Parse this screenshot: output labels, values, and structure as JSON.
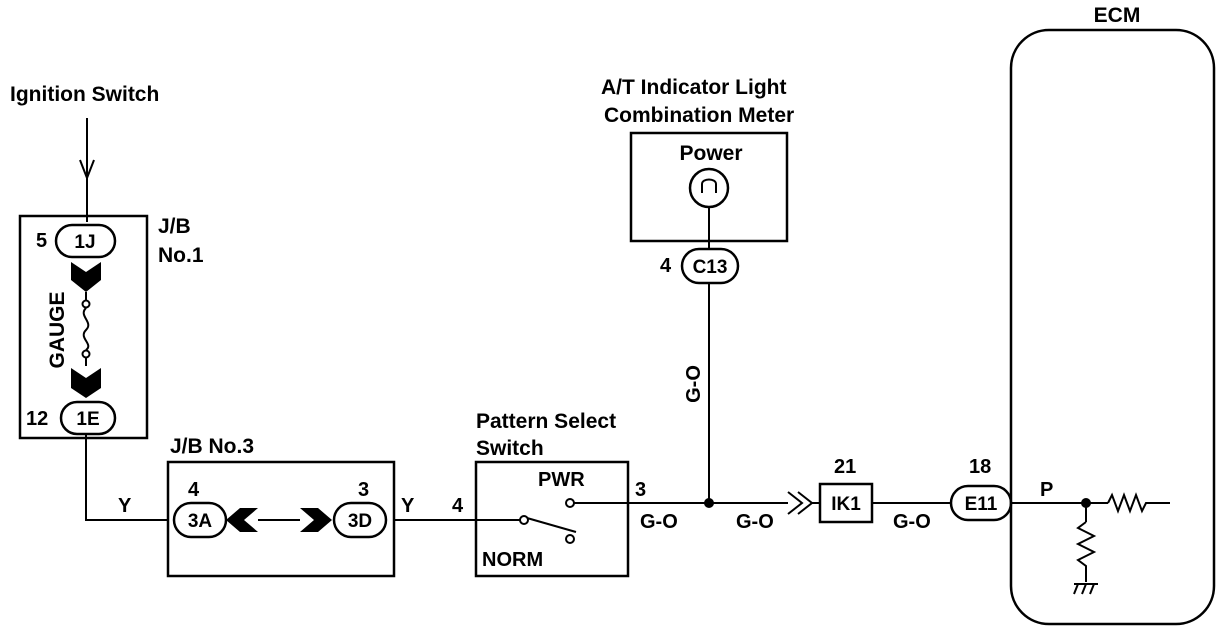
{
  "labels": {
    "ignition_switch": "Ignition Switch",
    "jb1_line1": "J/B",
    "jb1_line2": "No.1",
    "gauge": "GAUGE",
    "jb3": "J/B No.3",
    "indicator_line1": "A/T Indicator Light",
    "indicator_line2": "Combination Meter",
    "power": "Power",
    "pattern_line1": "Pattern Select",
    "pattern_line2": "Switch",
    "pwr": "PWR",
    "norm": "NORM",
    "ecm": "ECM"
  },
  "connectors": {
    "c1j": {
      "name": "1J",
      "pin": "5"
    },
    "c1e": {
      "name": "1E",
      "pin": "12"
    },
    "c3a": {
      "name": "3A",
      "pin": "4"
    },
    "c3d": {
      "name": "3D",
      "pin": "3"
    },
    "c13": {
      "name": "C13",
      "pin": "4"
    },
    "ik1": {
      "name": "IK1",
      "pin": "21"
    },
    "e11": {
      "name": "E11",
      "pin": "18"
    }
  },
  "switch_pins": {
    "input": "4",
    "output": "3"
  },
  "wires": {
    "y1": "Y",
    "y2": "Y",
    "go_vertical": "G-O",
    "go1": "G-O",
    "go2": "G-O",
    "go3": "G-O",
    "p": "P"
  }
}
